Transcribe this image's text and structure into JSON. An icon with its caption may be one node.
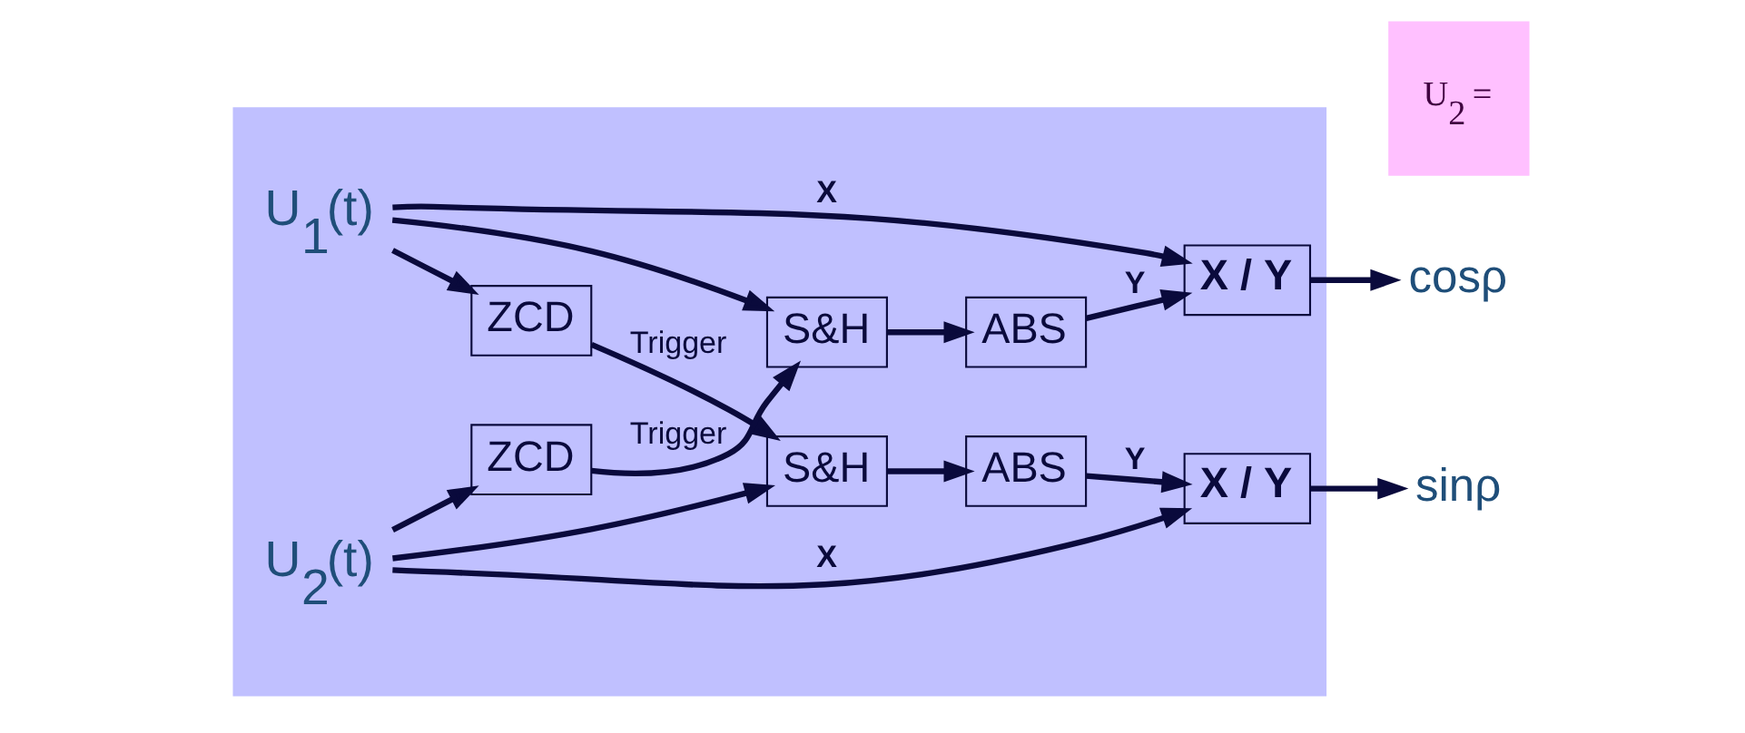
{
  "diagram": {
    "nodes": [
      {
        "text": [],
        "shape": "box"
      },
      {
        "text": [
          "U$_{1}$(t)"
        ],
        "in": 0
      },
      {
        "text": [
          "ZCD"
        ],
        "in": 0
      },
      {
        "text": [
          "S&H"
        ],
        "in": 0
      },
      {
        "text": [
          "ABS"
        ],
        "in": 0
      },
      {
        "text": [
          "X / Y"
        ],
        "in": 0
      },
      {
        "text": [
          "cosρ"
        ]
      },
      {
        "text": [
          "ZCD"
        ],
        "in": 0
      },
      {
        "text": [
          "S&H"
        ],
        "in": 0
      },
      {
        "text": [
          "ABS"
        ],
        "in": 0
      },
      {
        "text": [
          "X / Y"
        ],
        "in": 0
      },
      {
        "text": [
          "sinρ"
        ]
      },
      {
        "text": [
          "U$_{2}$(t)"
        ],
        "in": 0
      },
      {
        "text": [
          "U$_{2}$ ="
        ]
      }
    ],
    "edges": [
      {
        "from": 1,
        "to": 2,
        "arrow": "to"
      },
      {
        "from": 1,
        "to": 3,
        "arrow": "to"
      },
      {
        "from": 1,
        "to": 5,
        "arrow": "to",
        "label": "X"
      },
      {
        "from": 3,
        "to": 4,
        "arrow": "to"
      },
      {
        "from": 4,
        "to": 5,
        "arrow": "to",
        "label": "Y"
      },
      {
        "from": 5,
        "to": 6,
        "arrow": "to"
      },
      {
        "from": 7,
        "to": 3,
        "arrow": "to",
        "label": "Trigger"
      },
      {
        "from": 2,
        "to": 8,
        "arrow": "to",
        "label": "Trigger"
      },
      {
        "from": 8,
        "to": 9,
        "arrow": "to"
      },
      {
        "from": 9,
        "to": 10,
        "arrow": "to",
        "label": "Y"
      },
      {
        "from": 10,
        "to": 11,
        "arrow": "to"
      },
      {
        "from": 12,
        "to": 7,
        "arrow": "to"
      },
      {
        "from": 12,
        "to": 8,
        "arrow": "to"
      },
      {
        "from": 12,
        "to": 10,
        "arrow": "to",
        "label": "X"
      }
    ]
  }
}
